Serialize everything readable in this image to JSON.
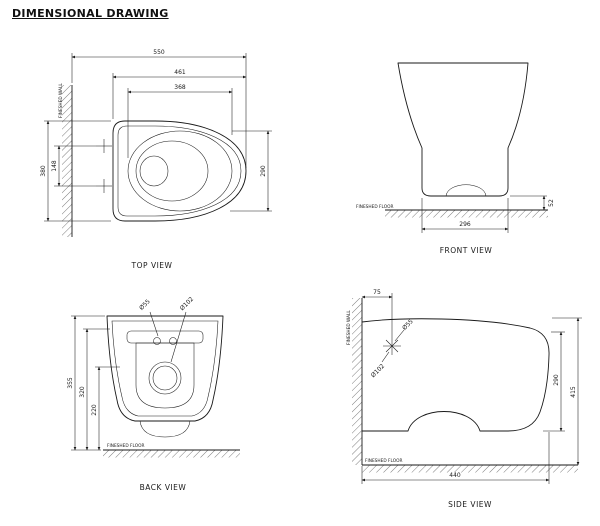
{
  "title": "DIMENSIONAL DRAWING",
  "views": {
    "top": {
      "label": "TOP VIEW",
      "wall_label": "FINESHED WALL",
      "dims": {
        "d550": "550",
        "d461": "461",
        "d368": "368",
        "d380": "380",
        "d148": "148",
        "d290": "290"
      }
    },
    "front": {
      "label": "FRONT VIEW",
      "floor_label": "FINESHED FLOOR",
      "dims": {
        "d296": "296",
        "d52": "52"
      }
    },
    "back": {
      "label": "BACK VIEW",
      "floor_label": "FINESHED FLOOR",
      "dims": {
        "d355": "355",
        "d320": "320",
        "d220": "220",
        "hole_left": "Ø55",
        "hole_right": "Ø102"
      }
    },
    "side": {
      "label": "SIDE VIEW",
      "wall_label": "FINESHED WALL",
      "floor_label": "FINESHED FLOOR",
      "dims": {
        "d75": "75",
        "d290": "290",
        "d415": "415",
        "d440": "440",
        "hole_top": "Ø55",
        "hole_bottom": "Ø102"
      }
    }
  }
}
